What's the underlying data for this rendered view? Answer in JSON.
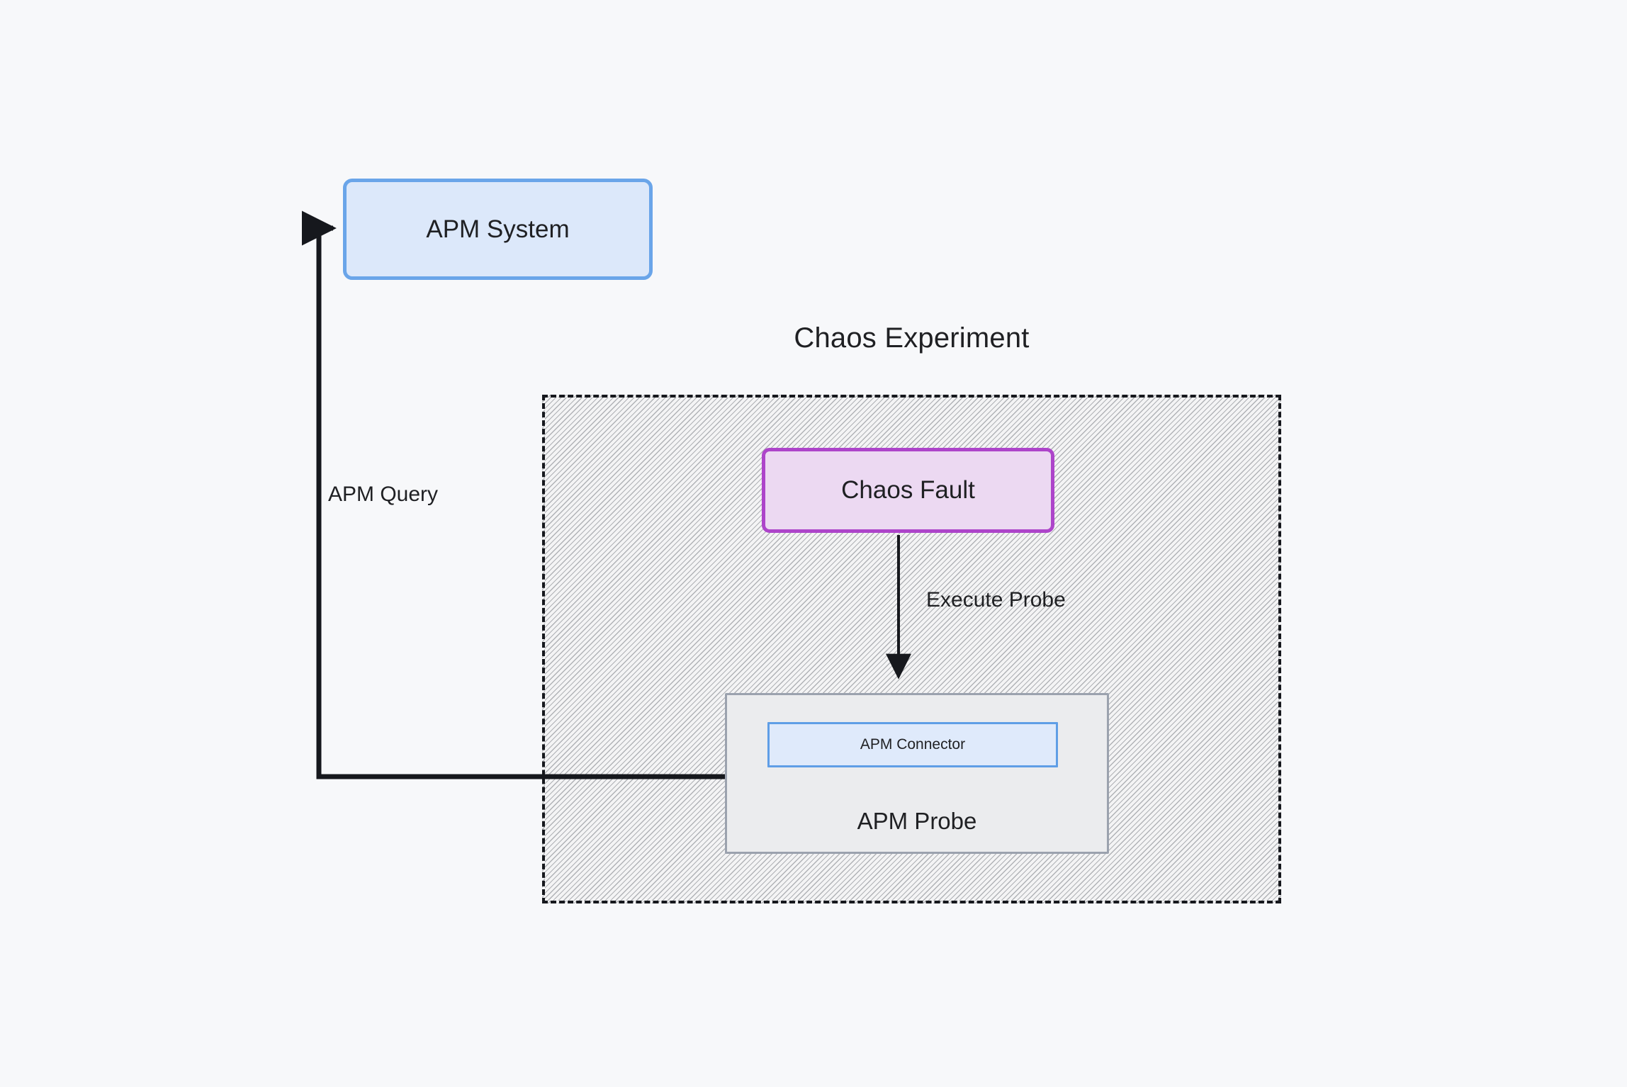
{
  "diagram": {
    "title": "Chaos Experiment",
    "background_color": "#f7f8fa",
    "nodes": {
      "apm_system": {
        "label": "APM System",
        "fill": "#dce8fa",
        "border": "#6aa5e9"
      },
      "chaos_fault": {
        "label": "Chaos Fault",
        "fill": "#ecd9f2",
        "border": "#ad44ca"
      },
      "apm_probe": {
        "label": "APM Probe",
        "fill": "#ebecee",
        "border": "#9ba2ae"
      },
      "apm_connector": {
        "label": "APM Connector",
        "fill": "#dfeafb",
        "border": "#5f9ee6"
      }
    },
    "container": {
      "label": "Chaos Experiment",
      "border_style": "dashed",
      "border_color": "#16181d",
      "fill": "#f4f4f5"
    },
    "edges": [
      {
        "id": "apm-query",
        "label": "APM Query",
        "from": "apm_probe",
        "to": "apm_system",
        "color": "#16181d",
        "arrowhead": "to"
      },
      {
        "id": "execute-probe",
        "label": "Execute Probe",
        "from": "chaos_fault",
        "to": "apm_probe",
        "color": "#16181d",
        "arrowhead": "to"
      }
    ]
  }
}
